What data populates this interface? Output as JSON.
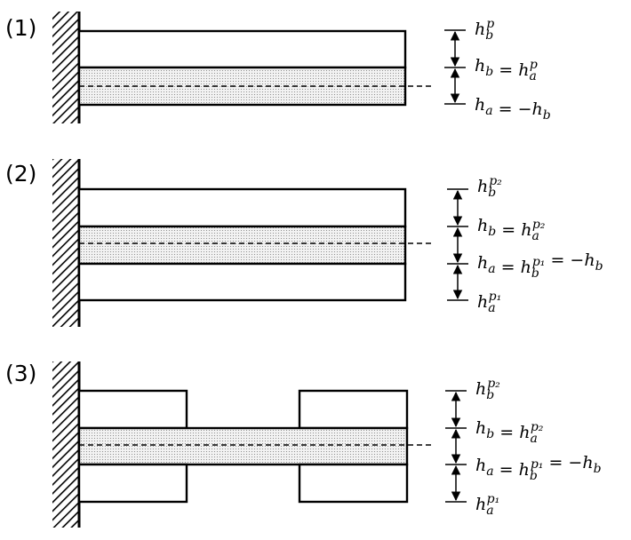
{
  "panels": [
    {
      "label": "(1)",
      "levels": [
        {
          "var": "h",
          "sub": "b",
          "sup": "p",
          "rest": ""
        },
        {
          "var": "h",
          "sub": "b",
          "sup": "",
          "rest": " = h_a^p"
        },
        {
          "var": "h",
          "sub": "a",
          "sup": "",
          "rest": " = −h_b"
        }
      ]
    },
    {
      "label": "(2)",
      "levels": [
        {
          "var": "h",
          "sub": "b",
          "sup": "p₂",
          "rest": ""
        },
        {
          "var": "h",
          "sub": "b",
          "sup": "",
          "rest": " = h_a^p₂"
        },
        {
          "var": "h",
          "sub": "a",
          "sup": "",
          "rest": " = h_b^p₁ = −h_b"
        },
        {
          "var": "h",
          "sub": "a",
          "sup": "p₁",
          "rest": ""
        }
      ]
    },
    {
      "label": "(3)",
      "levels": [
        {
          "var": "h",
          "sub": "b",
          "sup": "p₂",
          "rest": ""
        },
        {
          "var": "h",
          "sub": "b",
          "sup": "",
          "rest": " = h_a^p₂"
        },
        {
          "var": "h",
          "sub": "a",
          "sup": "",
          "rest": " = h_b^p₁ = −h_b"
        },
        {
          "var": "h",
          "sub": "a",
          "sup": "p₁",
          "rest": ""
        }
      ]
    }
  ],
  "colors": {
    "stroke": "#000000",
    "core_fill": "#e4e4e4",
    "background": "#ffffff"
  }
}
